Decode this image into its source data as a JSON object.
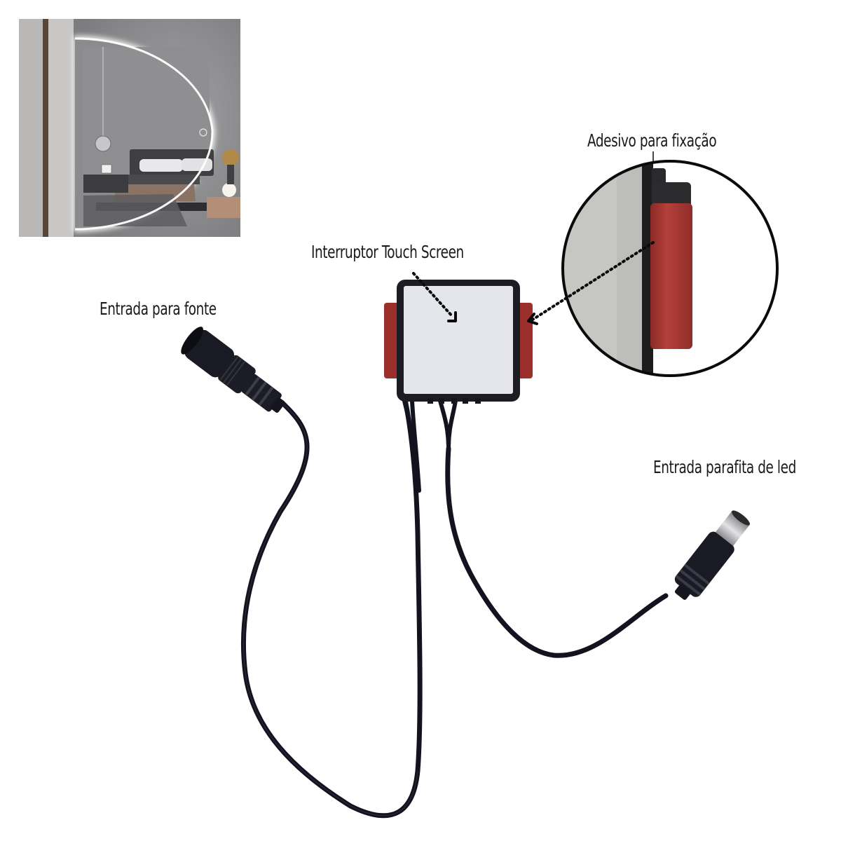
{
  "labels": {
    "adhesive": "Adesivo para fixação",
    "touch_switch": "Interruptor Touch Screen",
    "power_input": "Entrada para fonte",
    "led_output": "Entrada parafita de led"
  },
  "inset": {
    "description": "Half-round LED-backlit mirror in a bedroom scene"
  },
  "colors": {
    "cable": "#13131f",
    "switch_face": "#e4e6ec",
    "switch_frame": "#1c1c22",
    "adhesive_tape": "#9b2f2c",
    "plug_metal": "#b9b9bb",
    "wall_gray": "#8e8e90",
    "mirror_glow": "#f4f4f4"
  }
}
